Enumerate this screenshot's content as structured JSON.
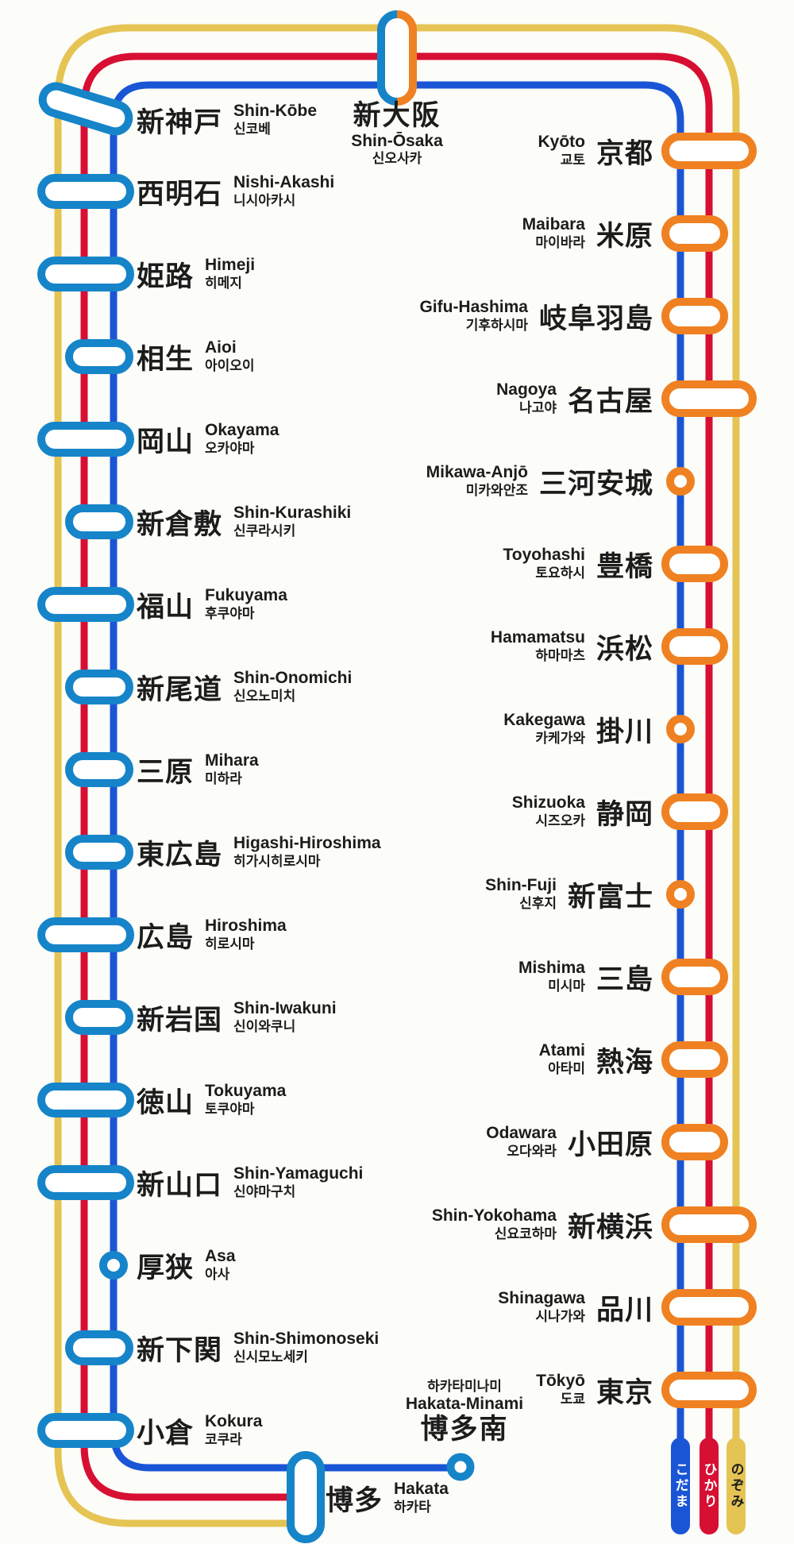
{
  "colors": {
    "background": "#fcfcf8",
    "text": "#1c1c1c",
    "kodama_line_blue": "#1a55d6",
    "hikari_line_red": "#d60f33",
    "nozomi_line_yellow": "#e5c454",
    "sanyo_marker_blue": "#1684c9",
    "tokaido_marker_orange": "#ef8122",
    "legend_kodama_text": "#ffffff",
    "legend_hikari_text": "#ffffff",
    "legend_nozomi_text": "#1c1c1c"
  },
  "legend": [
    {
      "id": "kodama",
      "label": "こだま"
    },
    {
      "id": "hikari",
      "label": "ひかり"
    },
    {
      "id": "nozomi",
      "label": "のぞみ"
    }
  ],
  "terminal_top": {
    "id": "shin-osaka",
    "kanji": "新大阪",
    "en": "Shin-Ōsaka",
    "kr": "신오사카"
  },
  "left_stations": [
    {
      "id": "shin-kobe",
      "kanji": "新神戸",
      "en": "Shin-Kōbe",
      "kr": "신코베",
      "stops": "all"
    },
    {
      "id": "nishi-akashi",
      "kanji": "西明石",
      "en": "Nishi-Akashi",
      "kr": "니시아카시",
      "stops": "all"
    },
    {
      "id": "himeji",
      "kanji": "姫路",
      "en": "Himeji",
      "kr": "히메지",
      "stops": "all"
    },
    {
      "id": "aioi",
      "kanji": "相生",
      "en": "Aioi",
      "kr": "아이오이",
      "stops": "hikari"
    },
    {
      "id": "okayama",
      "kanji": "岡山",
      "en": "Okayama",
      "kr": "오카야마",
      "stops": "all"
    },
    {
      "id": "shin-kurashiki",
      "kanji": "新倉敷",
      "en": "Shin-Kurashiki",
      "kr": "신쿠라시키",
      "stops": "hikari"
    },
    {
      "id": "fukuyama",
      "kanji": "福山",
      "en": "Fukuyama",
      "kr": "후쿠야마",
      "stops": "all"
    },
    {
      "id": "shin-onomichi",
      "kanji": "新尾道",
      "en": "Shin-Onomichi",
      "kr": "신오노미치",
      "stops": "hikari"
    },
    {
      "id": "mihara",
      "kanji": "三原",
      "en": "Mihara",
      "kr": "미하라",
      "stops": "hikari"
    },
    {
      "id": "higashi-hiroshima",
      "kanji": "東広島",
      "en": "Higashi-Hiroshima",
      "kr": "히가시히로시마",
      "stops": "hikari"
    },
    {
      "id": "hiroshima",
      "kanji": "広島",
      "en": "Hiroshima",
      "kr": "히로시마",
      "stops": "all"
    },
    {
      "id": "shin-iwakuni",
      "kanji": "新岩国",
      "en": "Shin-Iwakuni",
      "kr": "신이와쿠니",
      "stops": "hikari"
    },
    {
      "id": "tokuyama",
      "kanji": "徳山",
      "en": "Tokuyama",
      "kr": "토쿠야마",
      "stops": "all"
    },
    {
      "id": "shin-yamaguchi",
      "kanji": "新山口",
      "en": "Shin-Yamaguchi",
      "kr": "신야마구치",
      "stops": "all"
    },
    {
      "id": "asa",
      "kanji": "厚狭",
      "en": "Asa",
      "kr": "아사",
      "stops": "kodama"
    },
    {
      "id": "shin-shimonoseki",
      "kanji": "新下関",
      "en": "Shin-Shimonoseki",
      "kr": "신시모노세키",
      "stops": "hikari"
    },
    {
      "id": "kokura",
      "kanji": "小倉",
      "en": "Kokura",
      "kr": "코쿠라",
      "stops": "all"
    }
  ],
  "right_stations": [
    {
      "id": "kyoto",
      "kanji": "京都",
      "en": "Kyōto",
      "kr": "교토",
      "stops": "all"
    },
    {
      "id": "maibara",
      "kanji": "米原",
      "en": "Maibara",
      "kr": "마이바라",
      "stops": "hikari"
    },
    {
      "id": "gifu-hashima",
      "kanji": "岐阜羽島",
      "en": "Gifu-Hashima",
      "kr": "기후하시마",
      "stops": "hikari"
    },
    {
      "id": "nagoya",
      "kanji": "名古屋",
      "en": "Nagoya",
      "kr": "나고야",
      "stops": "all"
    },
    {
      "id": "mikawa-anjo",
      "kanji": "三河安城",
      "en": "Mikawa-Anjō",
      "kr": "미카와안조",
      "stops": "kodama"
    },
    {
      "id": "toyohashi",
      "kanji": "豊橋",
      "en": "Toyohashi",
      "kr": "토요하시",
      "stops": "hikari"
    },
    {
      "id": "hamamatsu",
      "kanji": "浜松",
      "en": "Hamamatsu",
      "kr": "하마마츠",
      "stops": "hikari"
    },
    {
      "id": "kakegawa",
      "kanji": "掛川",
      "en": "Kakegawa",
      "kr": "카케가와",
      "stops": "kodama"
    },
    {
      "id": "shizuoka",
      "kanji": "静岡",
      "en": "Shizuoka",
      "kr": "시즈오카",
      "stops": "hikari"
    },
    {
      "id": "shin-fuji",
      "kanji": "新富士",
      "en": "Shin-Fuji",
      "kr": "신후지",
      "stops": "kodama"
    },
    {
      "id": "mishima",
      "kanji": "三島",
      "en": "Mishima",
      "kr": "미시마",
      "stops": "hikari"
    },
    {
      "id": "atami",
      "kanji": "熱海",
      "en": "Atami",
      "kr": "아타미",
      "stops": "hikari"
    },
    {
      "id": "odawara",
      "kanji": "小田原",
      "en": "Odawara",
      "kr": "오다와라",
      "stops": "hikari"
    },
    {
      "id": "shin-yokohama",
      "kanji": "新横浜",
      "en": "Shin-Yokohama",
      "kr": "신요코하마",
      "stops": "all"
    },
    {
      "id": "shinagawa",
      "kanji": "品川",
      "en": "Shinagawa",
      "kr": "시나가와",
      "stops": "all"
    },
    {
      "id": "tokyo",
      "kanji": "東京",
      "en": "Tōkyō",
      "kr": "도쿄",
      "stops": "all"
    }
  ],
  "hakata": {
    "id": "hakata",
    "kanji": "博多",
    "en": "Hakata",
    "kr": "하카타"
  },
  "hakata_minami": {
    "id": "hakata-minami",
    "kanji": "博多南",
    "en": "Hakata-Minami",
    "kr": "하카타미나미"
  }
}
